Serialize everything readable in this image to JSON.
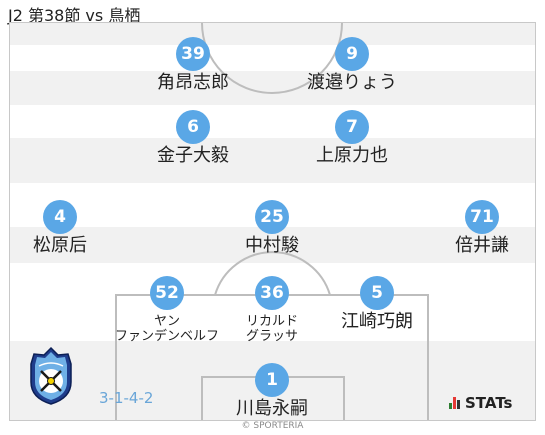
{
  "title": "J2 第38節 vs 鳥栖",
  "formation": "3-1-4-2",
  "copyright": "© SPORTERIA",
  "brand": "STATs",
  "colors": {
    "player_circle": "#5aa7e6",
    "stripe": "#f1f1f1",
    "line": "#bdbdbd",
    "formation_text": "#6aa6d8"
  },
  "players": [
    {
      "number": "39",
      "name": "角昂志郎"
    },
    {
      "number": "9",
      "name": "渡邉りょう"
    },
    {
      "number": "6",
      "name": "金子大毅"
    },
    {
      "number": "7",
      "name": "上原力也"
    },
    {
      "number": "4",
      "name": "松原后"
    },
    {
      "number": "25",
      "name": "中村駿"
    },
    {
      "number": "71",
      "name": "倍井謙"
    },
    {
      "number": "52",
      "name_lines": [
        "ヤン",
        "ファンデンベルフ"
      ]
    },
    {
      "number": "36",
      "name_lines": [
        "リカルド",
        "グラッサ"
      ]
    },
    {
      "number": "5",
      "name": "江崎巧朗"
    },
    {
      "number": "1",
      "name": "川島永嗣"
    }
  ],
  "icons": {
    "team_crest": "jubilo-crest-icon",
    "stats_logo": "stats-bars-icon"
  }
}
